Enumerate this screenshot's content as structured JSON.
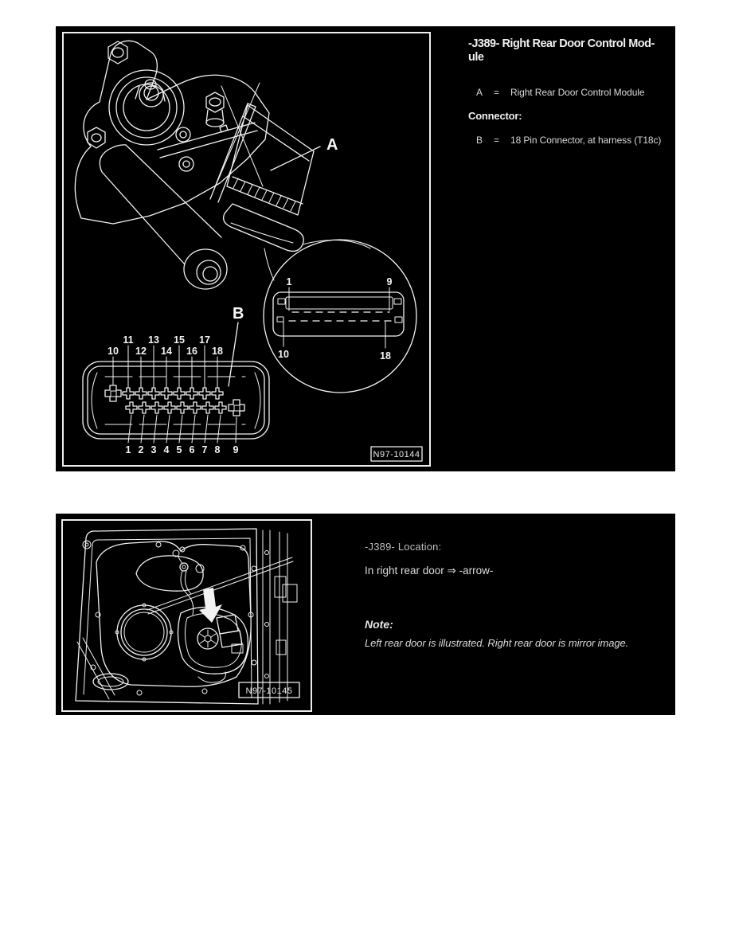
{
  "figure1": {
    "code": "N97-10144",
    "callout_a": "A",
    "callout_b": "B",
    "inset_labels": [
      "1",
      "9",
      "10",
      "18"
    ],
    "face_top_labels": [
      "10",
      "11",
      "12",
      "13",
      "14",
      "15",
      "16",
      "17",
      "18"
    ],
    "face_bottom_labels": [
      "1",
      "2",
      "3",
      "4",
      "5",
      "6",
      "7",
      "8",
      "9"
    ]
  },
  "legend1": {
    "title_line1": "-J389- Right Rear Door Control Mod-",
    "title_line2": "ule",
    "row_a_key": "A",
    "row_a_eq": "=",
    "row_a_value": "Right Rear Door Control Module",
    "connector_heading": "Connector:",
    "row_b_key": "B",
    "row_b_eq": "=",
    "row_b_value": "18 Pin Connector, at harness (T18c)"
  },
  "figure2": {
    "code": "N97-10145"
  },
  "legend2": {
    "location_heading": "-J389- Location:",
    "location_line": "In right rear door ⇒ -arrow-",
    "note_heading": "Note:",
    "note_body": "Left rear door is illustrated. Right rear door is mirror image."
  },
  "colors": {
    "page_bg": "#ffffff",
    "panel_bg": "#000000",
    "line": "#f2f2f2",
    "text_bright": "#f0f0f0",
    "text_dim": "#bdbdbd"
  }
}
